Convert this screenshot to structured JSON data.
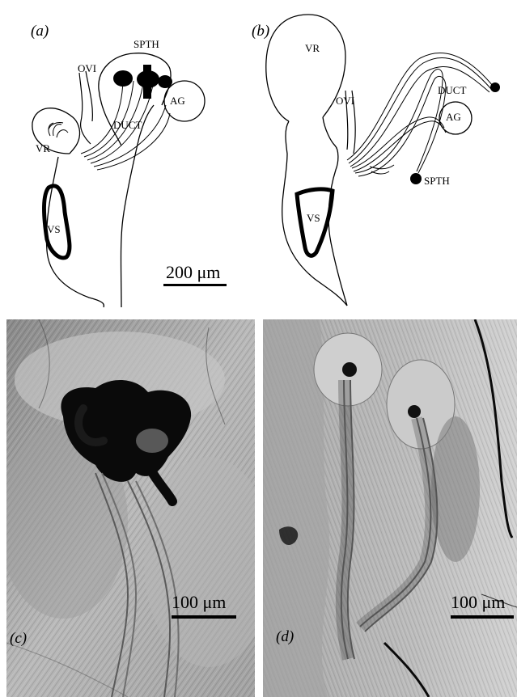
{
  "figure": {
    "panel_a": {
      "letter": "(a)",
      "labels": {
        "spth": "SPTH",
        "ovi": "OVI",
        "ag": "AG",
        "duct": "DUCT",
        "vr": "VR",
        "vs": "VS"
      },
      "scale": "200 μm"
    },
    "panel_b": {
      "letter": "(b)",
      "labels": {
        "vr": "VR",
        "ovi": "OVI",
        "duct": "DUCT",
        "ag": "AG",
        "spth": "SPTH",
        "vs": "VS"
      }
    },
    "panel_c": {
      "letter": "(c)",
      "scale": "100 μm"
    },
    "panel_d": {
      "letter": "(d)",
      "scale": "100 μm"
    }
  }
}
